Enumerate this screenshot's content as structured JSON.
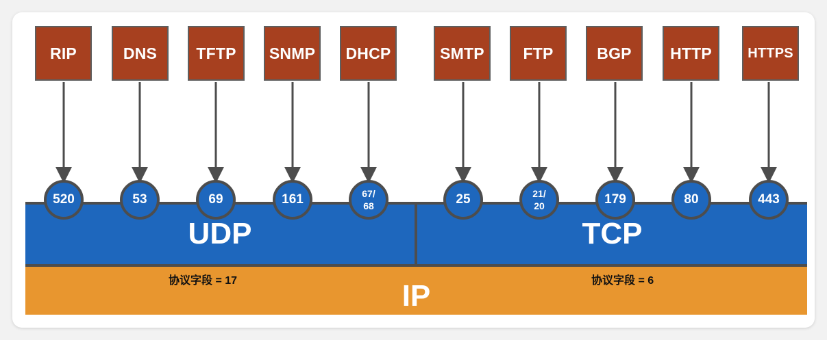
{
  "protocols": [
    {
      "name": "RIP",
      "port": "520",
      "transport": "UDP"
    },
    {
      "name": "DNS",
      "port": "53",
      "transport": "UDP"
    },
    {
      "name": "TFTP",
      "port": "69",
      "transport": "UDP"
    },
    {
      "name": "SNMP",
      "port": "161",
      "transport": "UDP"
    },
    {
      "name": "DHCP",
      "port": "67/\n68",
      "transport": "UDP"
    },
    {
      "name": "SMTP",
      "port": "25",
      "transport": "TCP"
    },
    {
      "name": "FTP",
      "port": "21/\n20",
      "transport": "TCP"
    },
    {
      "name": "BGP",
      "port": "179",
      "transport": "TCP"
    },
    {
      "name": "HTTP",
      "port": "80",
      "transport": "TCP"
    },
    {
      "name": "HTTPS",
      "port": "443",
      "transport": "TCP"
    }
  ],
  "transport": {
    "udp_label": "UDP",
    "tcp_label": "TCP"
  },
  "network": {
    "ip_label": "IP",
    "udp_field": "协议字段 = 17",
    "tcp_field": "协议字段 = 6"
  },
  "colors": {
    "protocol_box": "#a7401f",
    "transport_band": "#1e67bd",
    "ip_band": "#e8962f",
    "line": "#4d4d4d"
  }
}
